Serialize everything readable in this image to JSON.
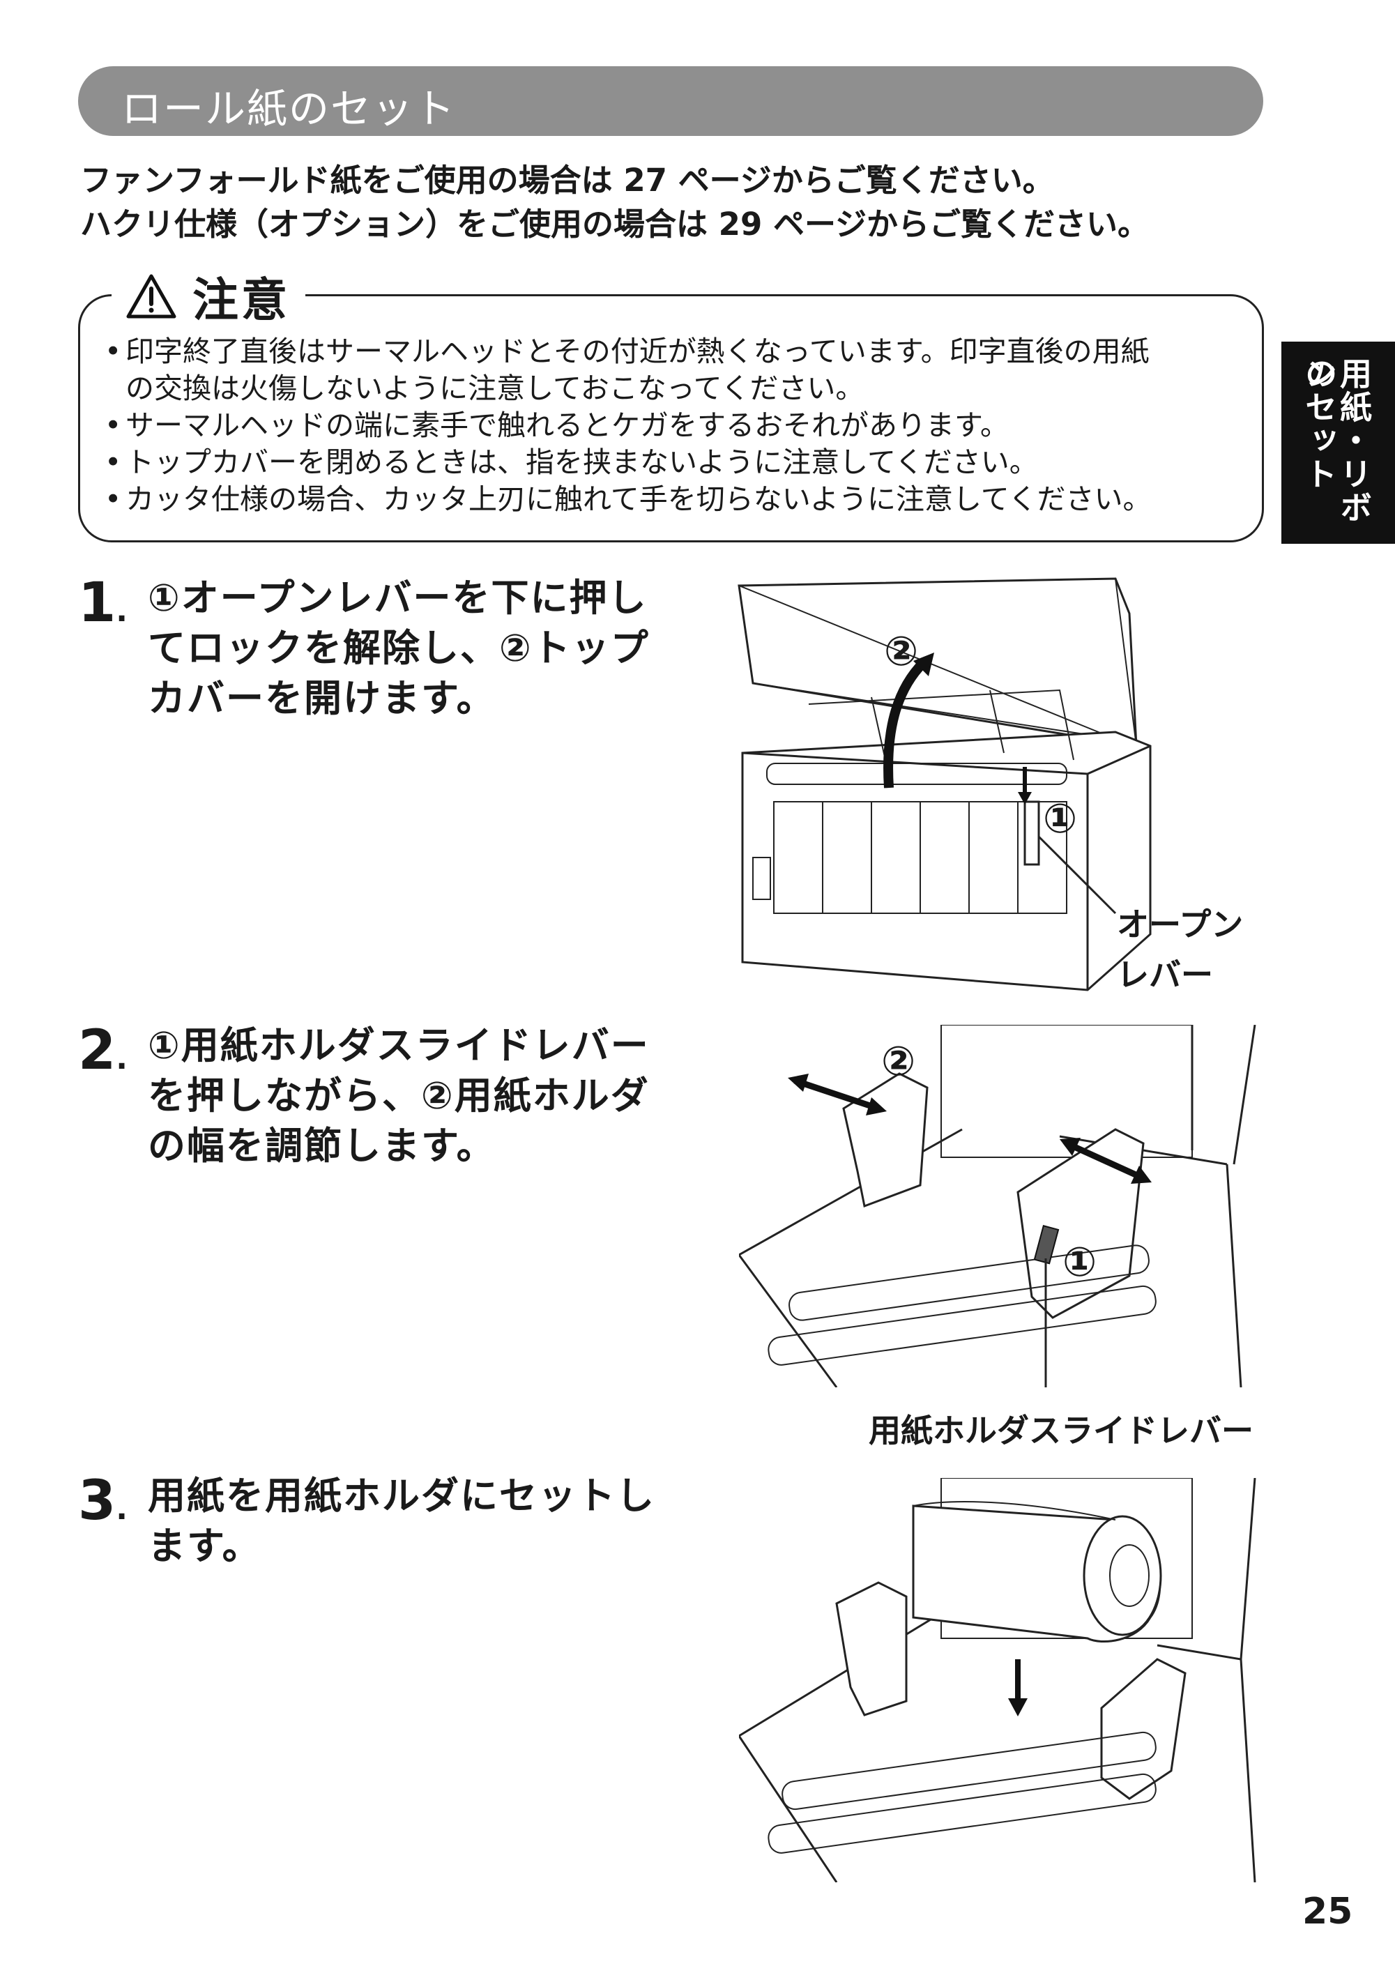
{
  "section": {
    "title": "ロール紙のセット"
  },
  "intro": [
    "ファンフォールド紙をご使用の場合は 27 ページからご覧ください。",
    "ハクリ仕様（オプション）をご使用の場合は 29 ページからご覧ください。"
  ],
  "caution": {
    "title": "注意",
    "icon": "warning-triangle-icon",
    "items": [
      "印字終了直後はサーマルヘッドとその付近が熱くなっています。印字直後の用紙",
      "の交換は火傷しないように注意しておこなってください。",
      "サーマルヘッドの端に素手で触れるとケガをするおそれがあります。",
      "トップカバーを閉めるときは、指を挟まないように注意してください。",
      "カッタ仕様の場合、カッタ上刃に触れて手を切らないように注意してください。"
    ]
  },
  "side_tab": {
    "line1": "用紙・リボン",
    "line2": "のセット"
  },
  "steps": [
    {
      "number": "1",
      "text": "①オープンレバーを下に押してロックを解除し、②トップカバーを開けます。"
    },
    {
      "number": "2",
      "text": "①用紙ホルダスライドレバーを押しながら、②用紙ホルダの幅を調節します。"
    },
    {
      "number": "3",
      "text": "用紙を用紙ホルダにセットします。"
    }
  ],
  "figures": {
    "fig1": {
      "marker1": "①",
      "marker2": "②",
      "caption_line1": "オープン",
      "caption_line2": "レバー"
    },
    "fig2": {
      "marker1": "①",
      "marker2": "②",
      "caption": "用紙ホルダスライドレバー"
    }
  },
  "page_number": "25"
}
